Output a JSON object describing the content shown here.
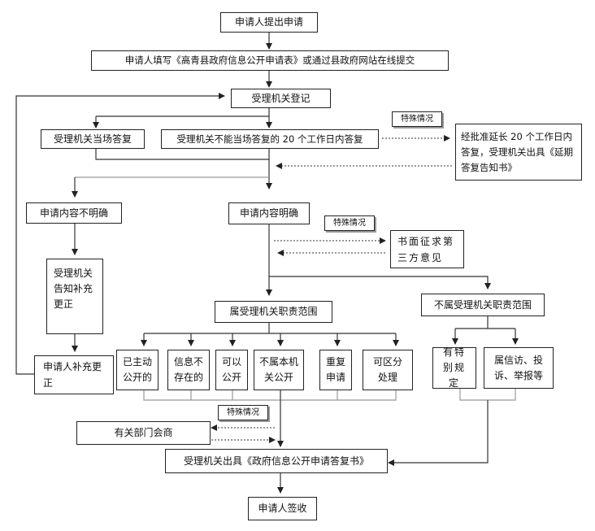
{
  "nodes": {
    "apply": "申请人提出申请",
    "fill_form": "申请人填写《高青县政府信息公开申请表》或通过县政府网站在线提交",
    "register": "受理机关登记",
    "reply_on_spot": "受理机关当场答复",
    "reply_20_days": "受理机关不能当场答复的 20 个工作日内答复",
    "special_1": "特殊情况",
    "extension": "经批准延长 20 个工作日内答复，受理机关出具《延期答复告知书》",
    "unclear": "申请内容不明确",
    "clear": "申请内容明确",
    "special_2": "特殊情况",
    "third_party": "书面征求第三方意见",
    "notify_supplement": "受理机关告知补充更正",
    "in_scope": "属受理机关职责范围",
    "out_of_scope": "不属受理机关职责范围",
    "already_public": "已主动公开的",
    "not_exist": "信息不存在的",
    "can_public": "可以公开",
    "not_public": "不属本机关公开",
    "repeat": "重复申请",
    "separable": "可区分处理",
    "special_provision": "有特别规定",
    "petition": "属信访、投诉、举报等",
    "supplement": "申请人补充更正",
    "special_3": "特殊情况",
    "consult_dept": "有关部门会商",
    "issue_reply": "受理机关出具《政府信息公开申请答复书》",
    "sign": "申请人签收"
  }
}
